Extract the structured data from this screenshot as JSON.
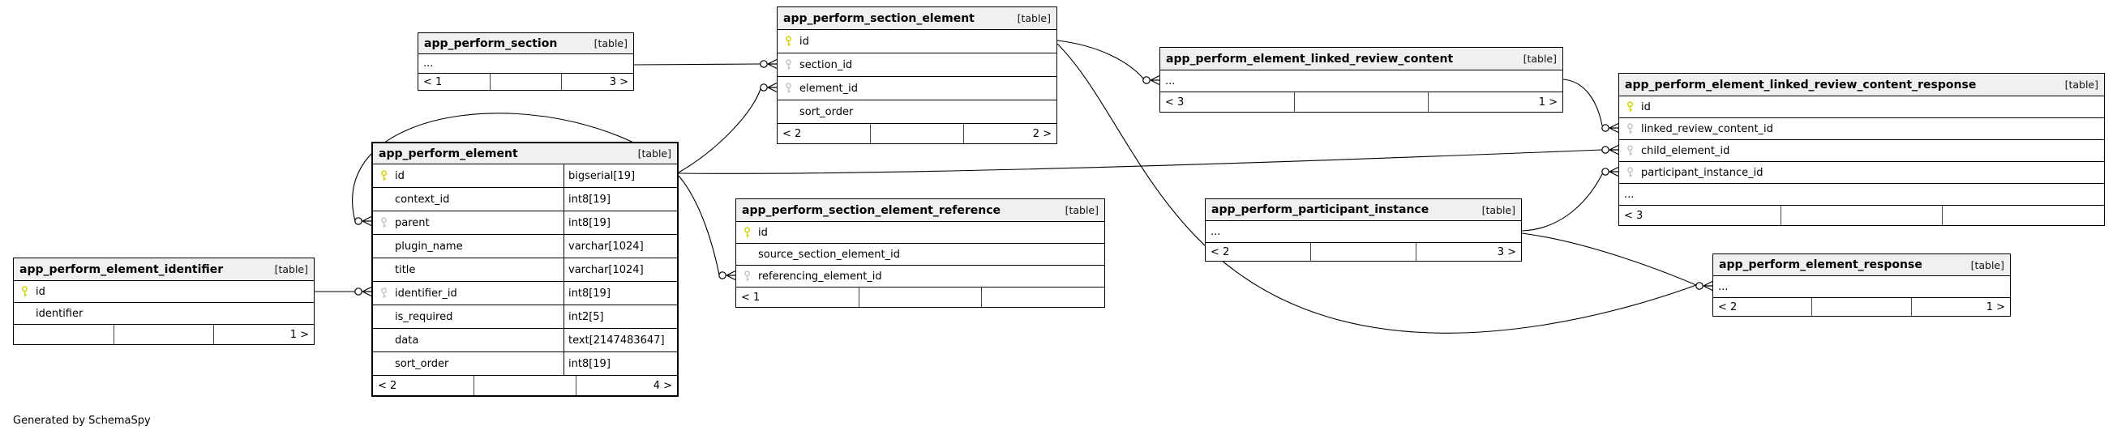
{
  "generator_note": "Generated by SchemaSpy",
  "colors": {
    "primary_key_icon": "#d2d200",
    "foreign_key_icon": "#c4c4c4",
    "table_header_bg": "#f0f0f0",
    "border": "#000000",
    "relationship_line": "#000000"
  },
  "tables": [
    {
      "name": "app_perform_section",
      "badge": "[table]",
      "rows": [
        {
          "name": "...",
          "key": "none"
        }
      ],
      "footer": {
        "left": "< 1",
        "mid": "",
        "right": "3 >"
      }
    },
    {
      "name": "app_perform_section_element",
      "badge": "[table]",
      "rows": [
        {
          "name": "id",
          "key": "pk"
        },
        {
          "name": "section_id",
          "key": "fk"
        },
        {
          "name": "element_id",
          "key": "fk"
        },
        {
          "name": "sort_order",
          "key": "none"
        }
      ],
      "footer": {
        "left": "< 2",
        "mid": "",
        "right": "2 >"
      }
    },
    {
      "name": "app_perform_element_linked_review_content",
      "badge": "[table]",
      "rows": [
        {
          "name": "...",
          "key": "none"
        }
      ],
      "footer": {
        "left": "< 3",
        "mid": "",
        "right": "1 >"
      }
    },
    {
      "name": "app_perform_element_linked_review_content_response",
      "badge": "[table]",
      "rows": [
        {
          "name": "id",
          "key": "pk"
        },
        {
          "name": "linked_review_content_id",
          "key": "fk"
        },
        {
          "name": "child_element_id",
          "key": "fk"
        },
        {
          "name": "participant_instance_id",
          "key": "fk"
        },
        {
          "name": "...",
          "key": "none"
        }
      ],
      "footer": {
        "left": "< 3",
        "mid": "",
        "right": ""
      }
    },
    {
      "name": "app_perform_element",
      "badge": "[table]",
      "rows": [
        {
          "name": "id",
          "type": "bigserial[19]",
          "key": "pk"
        },
        {
          "name": "context_id",
          "type": "int8[19]",
          "key": "none"
        },
        {
          "name": "parent",
          "type": "int8[19]",
          "key": "fk"
        },
        {
          "name": "plugin_name",
          "type": "varchar[1024]",
          "key": "none"
        },
        {
          "name": "title",
          "type": "varchar[1024]",
          "key": "none"
        },
        {
          "name": "identifier_id",
          "type": "int8[19]",
          "key": "fk"
        },
        {
          "name": "is_required",
          "type": "int2[5]",
          "key": "none"
        },
        {
          "name": "data",
          "type": "text[2147483647]",
          "key": "none"
        },
        {
          "name": "sort_order",
          "type": "int8[19]",
          "key": "none"
        }
      ],
      "footer": {
        "left": "< 2",
        "mid": "",
        "right": "4 >"
      }
    },
    {
      "name": "app_perform_section_element_reference",
      "badge": "[table]",
      "rows": [
        {
          "name": "id",
          "key": "pk"
        },
        {
          "name": "source_section_element_id",
          "key": "none"
        },
        {
          "name": "referencing_element_id",
          "key": "fk"
        }
      ],
      "footer": {
        "left": "< 1",
        "mid": "",
        "right": ""
      }
    },
    {
      "name": "app_perform_participant_instance",
      "badge": "[table]",
      "rows": [
        {
          "name": "...",
          "key": "none"
        }
      ],
      "footer": {
        "left": "< 2",
        "mid": "",
        "right": "3 >"
      }
    },
    {
      "name": "app_perform_element_identifier",
      "badge": "[table]",
      "rows": [
        {
          "name": "id",
          "key": "pk"
        },
        {
          "name": "identifier",
          "key": "none"
        }
      ],
      "footer": {
        "left": "",
        "mid": "",
        "right": "1 >"
      }
    },
    {
      "name": "app_perform_element_response",
      "badge": "[table]",
      "rows": [
        {
          "name": "...",
          "key": "none"
        }
      ],
      "footer": {
        "left": "< 2",
        "mid": "",
        "right": "1 >"
      }
    }
  ]
}
